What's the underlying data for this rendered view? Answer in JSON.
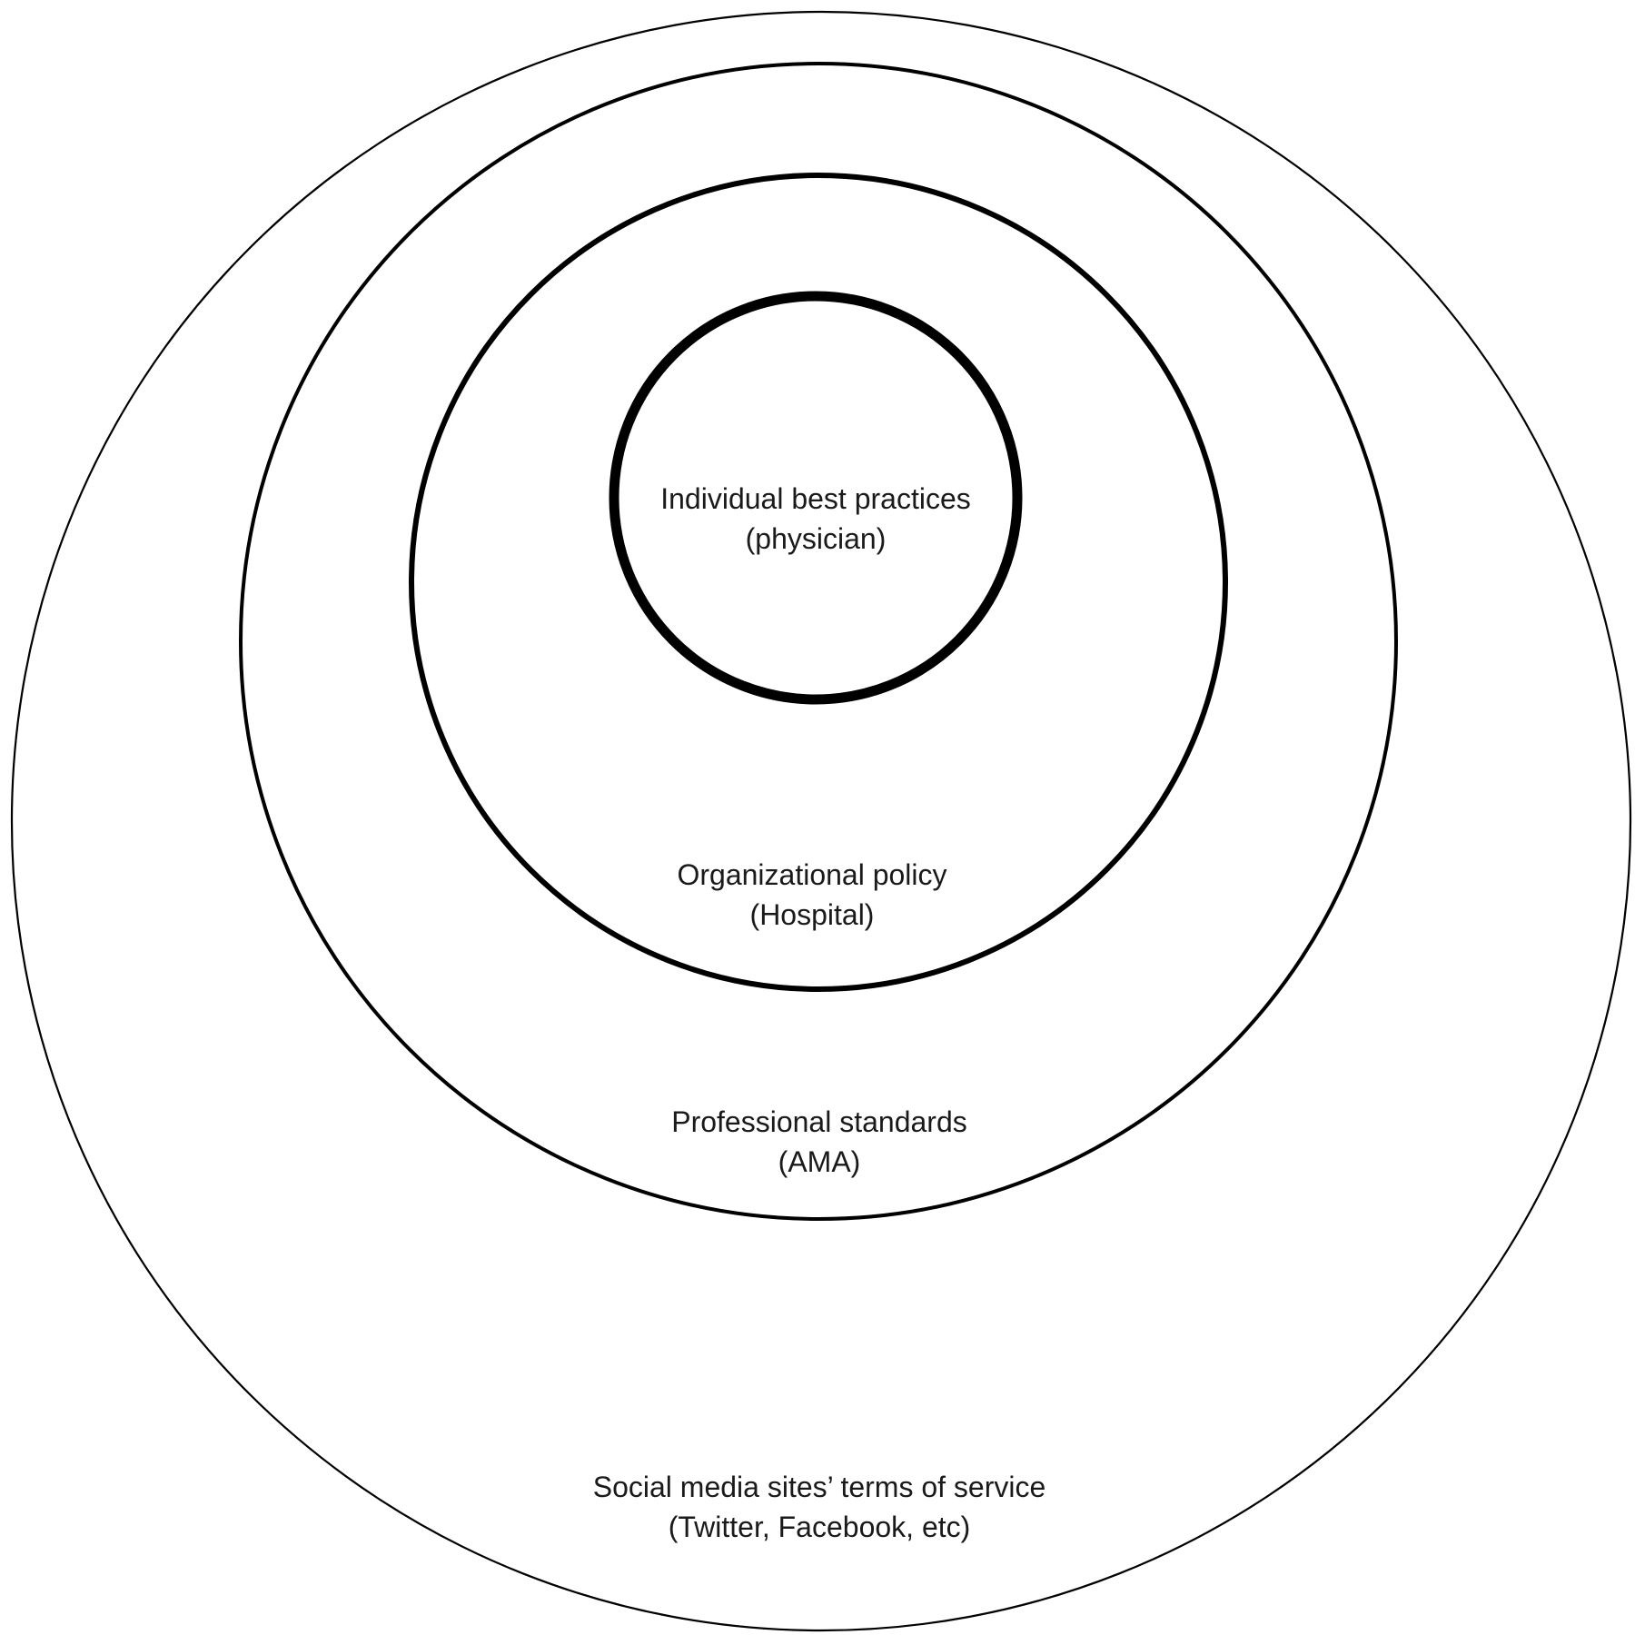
{
  "diagram": {
    "rings": [
      {
        "id": "social-media",
        "title": "Social media sites’ terms of service",
        "subtitle": "(Twitter, Facebook, etc)"
      },
      {
        "id": "professional",
        "title": "Professional standards",
        "subtitle": "(AMA)"
      },
      {
        "id": "organizational",
        "title": "Organizational policy",
        "subtitle": "(Hospital)"
      },
      {
        "id": "individual",
        "title": "Individual best practices",
        "subtitle": "(physician)"
      }
    ],
    "stroke_color": "#000000",
    "background_color": "#ffffff"
  }
}
